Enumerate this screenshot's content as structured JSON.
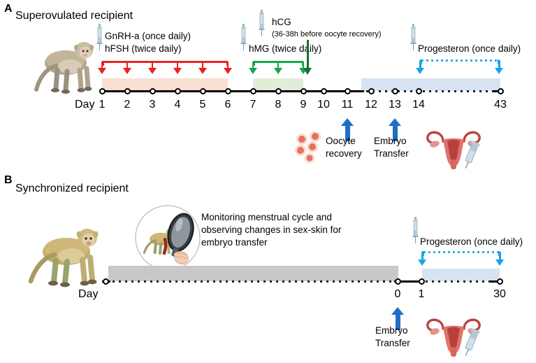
{
  "figure": {
    "panels": [
      {
        "letter": "A",
        "title": "Superovulated recipient",
        "day_axis_label": "Day",
        "days": [
          "1",
          "2",
          "3",
          "4",
          "5",
          "6",
          "7",
          "8",
          "9",
          "10",
          "11",
          "12",
          "13",
          "14",
          "43"
        ],
        "treatments": [
          {
            "id": "gnrh-hfsh",
            "lines": [
              "GnRH-a (once daily)",
              "hFSH (twice daily)"
            ],
            "color": "#e8221f",
            "schedule": "twice daily",
            "start_day": "1",
            "end_day": "6",
            "arrow_days": [
              "1",
              "2",
              "3",
              "4",
              "5",
              "6"
            ],
            "band_color": "#f9e0d2"
          },
          {
            "id": "hmg",
            "lines": [
              "hMG (twice daily)"
            ],
            "color": "#16a64a",
            "start_day": "7",
            "end_day": "9",
            "arrow_days": [
              "7",
              "8",
              "9"
            ],
            "band_color": "#e2edd8"
          },
          {
            "id": "hcg",
            "lines": [
              "hCG"
            ],
            "sub": "(36-38h before oocyte recovery)",
            "color": "#13722f",
            "single_dose_day": "9"
          },
          {
            "id": "progesteron",
            "lines": [
              "Progesteron (once daily)"
            ],
            "color": "#1aa3e8",
            "start_day": "14",
            "end_day": "43",
            "band_color": "#d6e4f2",
            "bracket_style": "dotted"
          }
        ],
        "events": [
          {
            "id": "oocyte-recovery",
            "lines": [
              "Oocyte",
              "recovery"
            ],
            "day": "11",
            "arrow_color": "#1f6fc4",
            "icon": "oocytes-icon"
          },
          {
            "id": "embryo-transfer",
            "lines": [
              "Embryo",
              "Transfer"
            ],
            "day": "13",
            "arrow_color": "#1f6fc4",
            "icon": "uterus-syringe-icon"
          }
        ],
        "animal_icon": "macaque-icon"
      },
      {
        "letter": "B",
        "title": "Synchronized recipient",
        "day_axis_label": "Day",
        "days": [
          "0",
          "1",
          "30"
        ],
        "monitoring": {
          "id": "monitoring-note",
          "lines": [
            "Monitoring menstrual cycle and",
            "observing changes in sex-skin for",
            "embryo transfer"
          ],
          "icon": "magnifier-monkey-icon",
          "band_color": "#c8c8c8"
        },
        "treatments": [
          {
            "id": "progesteron",
            "lines": [
              "Progesteron (once daily)"
            ],
            "color": "#1aa3e8",
            "start_day": "1",
            "end_day": "30",
            "band_color": "#d6e4f2",
            "bracket_style": "dotted"
          }
        ],
        "events": [
          {
            "id": "embryo-transfer",
            "lines": [
              "Embryo",
              "Transfer"
            ],
            "day": "0",
            "arrow_color": "#1f6fc4",
            "icon": "uterus-syringe-icon"
          }
        ],
        "animal_icon": "macaque-icon"
      }
    ],
    "colors": {
      "red": "#e8221f",
      "green": "#16a64a",
      "dark_green": "#13722f",
      "blue": "#1aa3e8",
      "arrow_blue": "#1f6fc4",
      "pink_band": "#f9e0d2",
      "green_band": "#e2edd8",
      "blue_band": "#d6e4f2",
      "gray_band": "#c8c8c8",
      "syringe": "#c6d7e3",
      "oocyte": "#e8705e",
      "uterus": "#d9534f"
    }
  }
}
